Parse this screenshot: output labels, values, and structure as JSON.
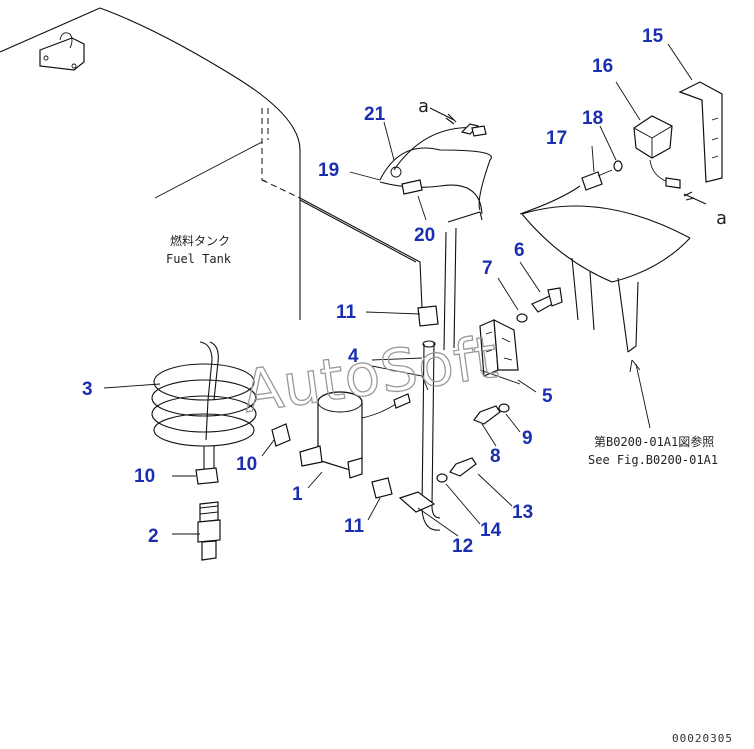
{
  "diagram": {
    "callouts": [
      "1",
      "2",
      "3",
      "4",
      "5",
      "6",
      "7",
      "8",
      "9",
      "10",
      "10",
      "11",
      "11",
      "12",
      "13",
      "14",
      "15",
      "16",
      "17",
      "18",
      "19",
      "20",
      "21"
    ],
    "fuel_tank_label_jp": "燃料タンク",
    "fuel_tank_label_en": "Fuel Tank",
    "connector_letter_top": "a",
    "connector_letter_right": "a",
    "reference_jp": "第B0200-01A1図参照",
    "reference_en": "See Fig.B0200-01A1",
    "document_id": "00020305",
    "watermark": "AutoSoft"
  },
  "colors": {
    "callout": "#1a2fb0",
    "linework": "#111111",
    "watermark": "#9a9a9a"
  }
}
